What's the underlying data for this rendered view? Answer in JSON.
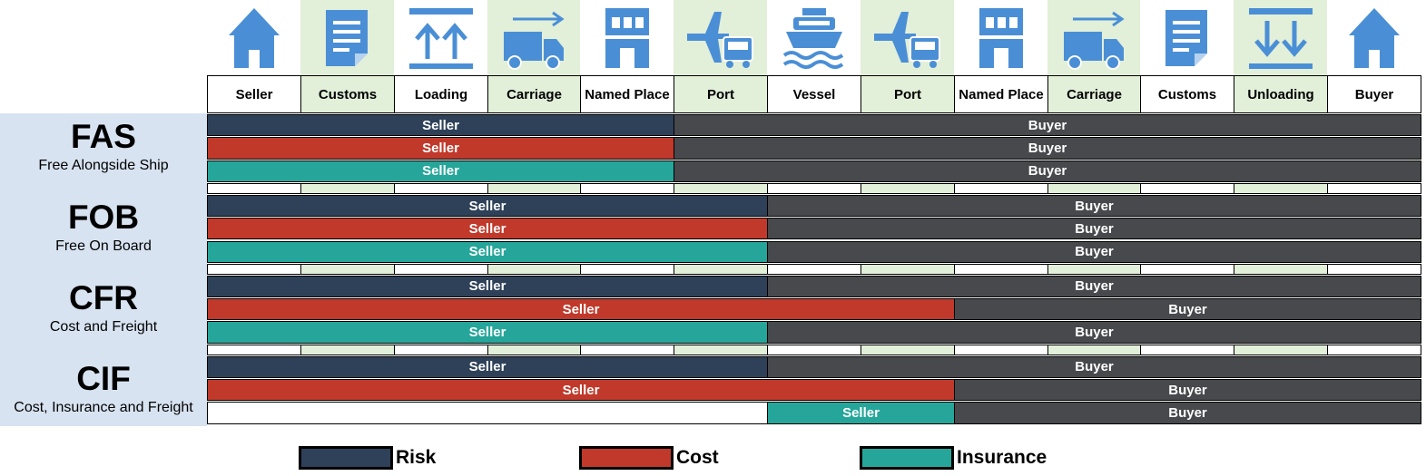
{
  "columns": [
    {
      "label": "Seller",
      "icon": "house-icon",
      "shaded": false
    },
    {
      "label": "Customs",
      "icon": "document-icon",
      "shaded": true
    },
    {
      "label": "Loading",
      "icon": "loading-arrows-up-icon",
      "shaded": false
    },
    {
      "label": "Carriage",
      "icon": "truck-icon",
      "shaded": true
    },
    {
      "label": "Named Place",
      "icon": "building-icon",
      "shaded": false
    },
    {
      "label": "Port",
      "icon": "plane-truck-icon",
      "shaded": true
    },
    {
      "label": "Vessel",
      "icon": "ship-icon",
      "shaded": false
    },
    {
      "label": "Port",
      "icon": "plane-truck-icon",
      "shaded": true
    },
    {
      "label": "Named Place",
      "icon": "building-icon",
      "shaded": false
    },
    {
      "label": "Carriage",
      "icon": "truck-icon",
      "shaded": true
    },
    {
      "label": "Customs",
      "icon": "document-icon",
      "shaded": false
    },
    {
      "label": "Unloading",
      "icon": "unloading-arrows-down-icon",
      "shaded": true
    },
    {
      "label": "Buyer",
      "icon": "house-icon",
      "shaded": false
    }
  ],
  "terms": [
    {
      "code": "FAS",
      "name": "Free Alongside Ship",
      "rows": [
        {
          "kind": "risk",
          "segments": [
            {
              "party": "Seller",
              "from": 0,
              "to": 5
            },
            {
              "party": "Buyer",
              "from": 5,
              "to": 13
            }
          ]
        },
        {
          "kind": "cost",
          "segments": [
            {
              "party": "Seller",
              "from": 0,
              "to": 5
            },
            {
              "party": "Buyer",
              "from": 5,
              "to": 13
            }
          ]
        },
        {
          "kind": "insurance",
          "segments": [
            {
              "party": "Seller",
              "from": 0,
              "to": 5
            },
            {
              "party": "Buyer",
              "from": 5,
              "to": 13
            }
          ]
        }
      ]
    },
    {
      "code": "FOB",
      "name": "Free On Board",
      "rows": [
        {
          "kind": "risk",
          "segments": [
            {
              "party": "Seller",
              "from": 0,
              "to": 6
            },
            {
              "party": "Buyer",
              "from": 6,
              "to": 13
            }
          ]
        },
        {
          "kind": "cost",
          "segments": [
            {
              "party": "Seller",
              "from": 0,
              "to": 6
            },
            {
              "party": "Buyer",
              "from": 6,
              "to": 13
            }
          ]
        },
        {
          "kind": "insurance",
          "segments": [
            {
              "party": "Seller",
              "from": 0,
              "to": 6
            },
            {
              "party": "Buyer",
              "from": 6,
              "to": 13
            }
          ]
        }
      ]
    },
    {
      "code": "CFR",
      "name": "Cost and Freight",
      "rows": [
        {
          "kind": "risk",
          "segments": [
            {
              "party": "Seller",
              "from": 0,
              "to": 6
            },
            {
              "party": "Buyer",
              "from": 6,
              "to": 13
            }
          ]
        },
        {
          "kind": "cost",
          "segments": [
            {
              "party": "Seller",
              "from": 0,
              "to": 8
            },
            {
              "party": "Buyer",
              "from": 8,
              "to": 13
            }
          ]
        },
        {
          "kind": "insurance",
          "segments": [
            {
              "party": "Seller",
              "from": 0,
              "to": 6
            },
            {
              "party": "Buyer",
              "from": 6,
              "to": 13
            }
          ]
        }
      ]
    },
    {
      "code": "CIF",
      "name": "Cost, Insurance and Freight",
      "rows": [
        {
          "kind": "risk",
          "segments": [
            {
              "party": "Seller",
              "from": 0,
              "to": 6
            },
            {
              "party": "Buyer",
              "from": 6,
              "to": 13
            }
          ]
        },
        {
          "kind": "cost",
          "segments": [
            {
              "party": "Seller",
              "from": 0,
              "to": 8
            },
            {
              "party": "Buyer",
              "from": 8,
              "to": 13
            }
          ]
        },
        {
          "kind": "insurance",
          "segments": [
            {
              "party": "",
              "from": 0,
              "to": 6
            },
            {
              "party": "Seller",
              "from": 6,
              "to": 8
            },
            {
              "party": "Buyer",
              "from": 8,
              "to": 13
            }
          ]
        }
      ]
    }
  ],
  "legend": [
    {
      "kind": "risk",
      "label": "Risk"
    },
    {
      "kind": "cost",
      "label": "Cost"
    },
    {
      "kind": "insurance",
      "label": "Insurance"
    }
  ],
  "colors": {
    "risk": "#2e4159",
    "cost": "#c0392b",
    "insurance": "#26a69a",
    "buyer": "#47494d",
    "empty": "#ffffff",
    "icon": "#4a8fd6",
    "shade": "#e2efd9",
    "sidebar": "#d8e3f1"
  }
}
